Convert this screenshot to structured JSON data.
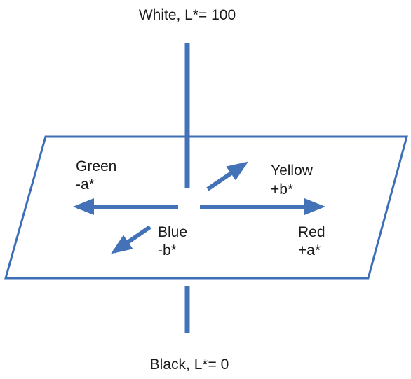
{
  "labels": {
    "white": "White, L*= 100",
    "black": "Black, L*= 0",
    "green_name": "Green",
    "green_axis": "-a*",
    "yellow_name": "Yellow",
    "yellow_axis": "+b*",
    "blue_name": "Blue",
    "blue_axis": "-b*",
    "red_name": "Red",
    "red_axis": "+a*"
  },
  "colors": {
    "axis": "#4472b8",
    "plane_stroke": "#3d6fb6",
    "plane_fill": "#ffffff",
    "text": "#1a1a1a"
  }
}
